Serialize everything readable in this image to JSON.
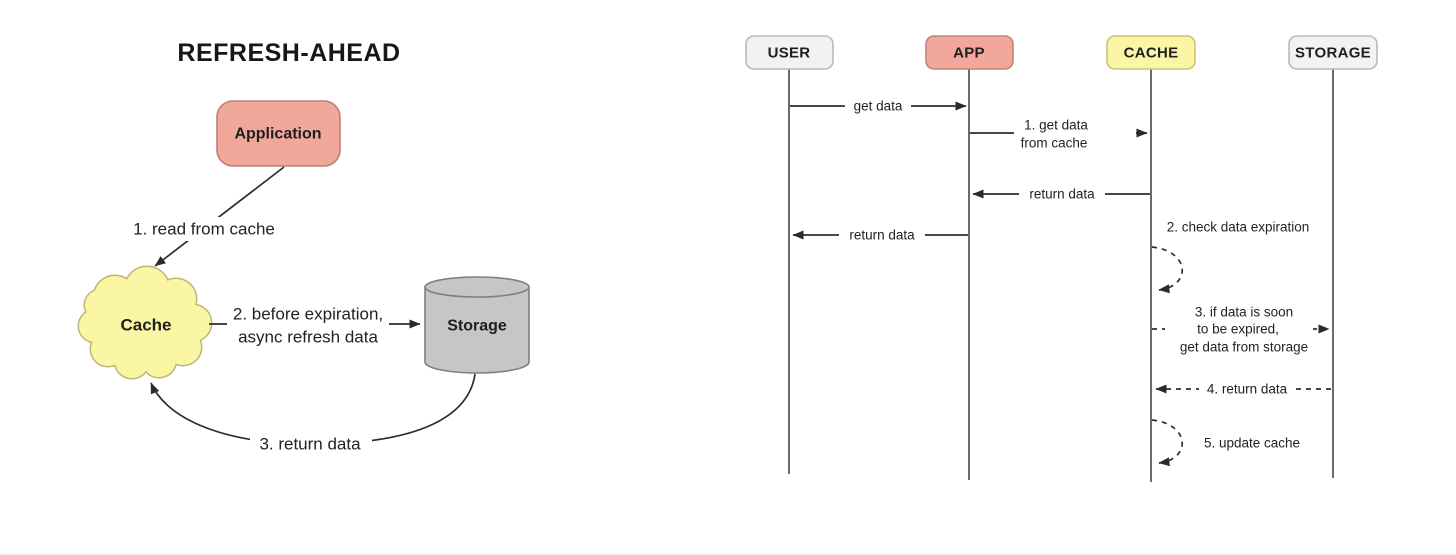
{
  "page": {
    "divider_color": "#efefef"
  },
  "left_diagram": {
    "title": "REFRESH-AHEAD",
    "nodes": {
      "application": {
        "label": "Application",
        "fill": "#F2A79B",
        "border": "#BC8078"
      },
      "cache": {
        "label": "Cache",
        "fill": "#FBF6A4",
        "border": "#BDB878"
      },
      "storage": {
        "label": "Storage",
        "fill": "#C6C6C6",
        "border": "#7F7F7F"
      }
    },
    "edges": {
      "read_from_cache": {
        "label": "1. read from cache"
      },
      "refresh": {
        "line1": "2. before expiration,",
        "line2": "async refresh data"
      },
      "return_data": {
        "label": "3. return data"
      }
    }
  },
  "sequence_diagram": {
    "actors": [
      {
        "label": "USER",
        "fill": "#F2F2F2",
        "border": "#B9B9B9"
      },
      {
        "label": "APP",
        "fill": "#F2A79B",
        "border": "#C1837B"
      },
      {
        "label": "CACHE",
        "fill": "#FAF6A6",
        "border": "#C9C377"
      },
      {
        "label": "STORAGE",
        "fill": "#F2F2F2",
        "border": "#B9B9B9"
      }
    ],
    "messages": {
      "m1": {
        "label": "get data"
      },
      "m2": {
        "line1": "1. get data",
        "line2": "from cache"
      },
      "m3": {
        "label": "return data"
      },
      "m4": {
        "label": "return data"
      },
      "m5": {
        "label": "2. check data expiration"
      },
      "m6": {
        "line1": "3.  if data is soon",
        "line2": "to be expired,",
        "line3": "get data from storage"
      },
      "m7": {
        "label": "4. return data"
      },
      "m8": {
        "label": "5. update cache"
      }
    }
  }
}
